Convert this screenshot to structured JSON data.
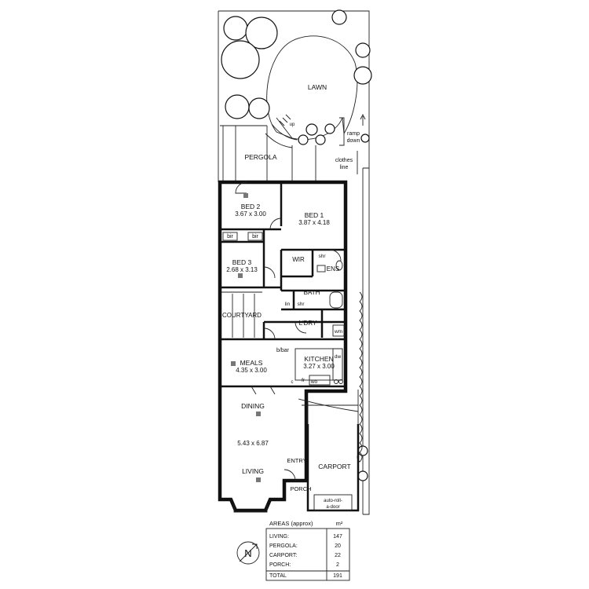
{
  "garden": {
    "lawn": "LAWN",
    "up": "up",
    "ramp": [
      "ramp",
      "down"
    ],
    "clothes_line": [
      "clothes",
      "line"
    ],
    "pergola": "PERGOLA"
  },
  "rooms": {
    "bed2": {
      "name": "BED 2",
      "dims": "3.67 x 3.00"
    },
    "bed1": {
      "name": "BED 1",
      "dims": "3.87 x 4.18"
    },
    "bed3": {
      "name": "BED 3",
      "dims": "2.68 x 3.13"
    },
    "bir_a": "bir",
    "bir_b": "bir",
    "wir": "WIR",
    "shr_ens": "shr",
    "ens": "ENS",
    "bath": "BATH",
    "lin": "lin",
    "shr_bath": "shr",
    "courtyard": "COURTYARD",
    "ldry": "L'DRY",
    "wm": "wm",
    "bbar": "b/bar",
    "dw": "dw",
    "kitchen": {
      "name": "KITCHEN",
      "dims": "3.27 x 3.00"
    },
    "meals": {
      "name": "MEALS",
      "dims": "4.35 x 3.00"
    },
    "fr": "fr",
    "wo": "wo",
    "c": "c",
    "dining": "DINING",
    "living_dims": "5.43 x 6.87",
    "living": "LIVING",
    "entry": "ENTRY",
    "porch": "PORCH",
    "carport": "CARPORT",
    "door": [
      "auto-roll-",
      "a-door"
    ]
  },
  "areas": {
    "title": "AREAS (approx)",
    "unit": "m²",
    "rows": [
      {
        "label": "LIVING:",
        "value": "147"
      },
      {
        "label": "PERGOLA:",
        "value": "20"
      },
      {
        "label": "CARPORT:",
        "value": "22"
      },
      {
        "label": "PORCH:",
        "value": "2"
      },
      {
        "label": "TOTAL",
        "value": "191"
      }
    ]
  },
  "north": "N"
}
